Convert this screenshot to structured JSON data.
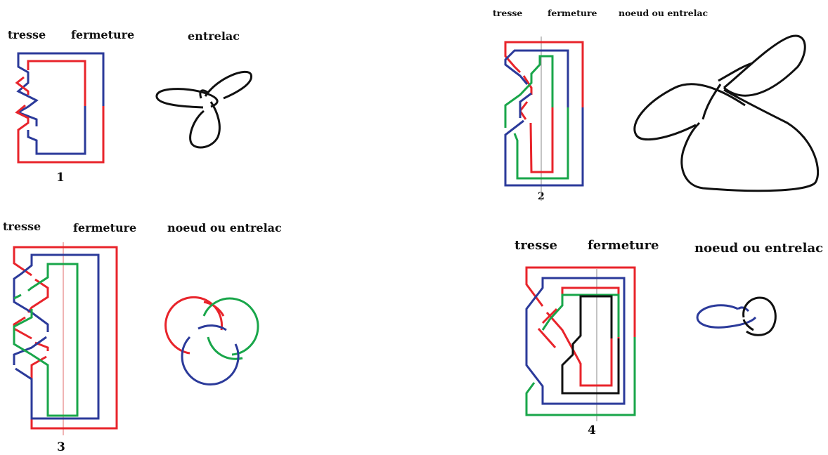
{
  "panels": [
    {
      "id": "1",
      "labels": {
        "braid": "tresse",
        "closure": "fermeture",
        "result": "entrelac"
      },
      "number": "1"
    },
    {
      "id": "2",
      "labels": {
        "braid": "tresse",
        "closure": "fermeture",
        "result": "noeud ou entrelac"
      },
      "number": "2"
    },
    {
      "id": "3",
      "labels": {
        "braid": "tresse",
        "closure": "fermeture",
        "result": "noeud ou entrelac"
      },
      "number": "3"
    },
    {
      "id": "4",
      "labels": {
        "braid": "tresse",
        "closure": "fermeture",
        "result": "noeud ou entrelac"
      },
      "number": "4"
    }
  ],
  "colors": {
    "red": "#e8242b",
    "blue": "#2b3a9a",
    "green": "#19a64a",
    "black": "#111111"
  }
}
